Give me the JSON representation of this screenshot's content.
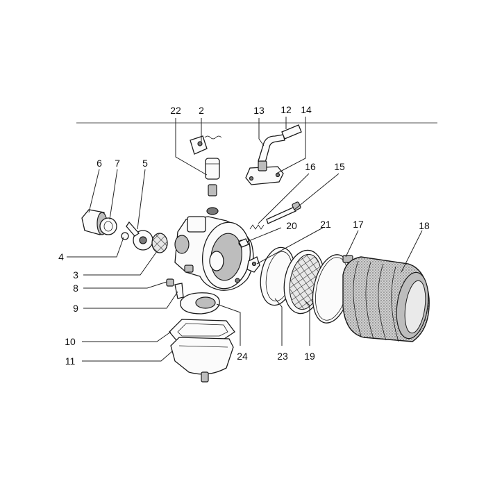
{
  "callouts": [
    {
      "id": "c22",
      "text": "22"
    },
    {
      "id": "c2",
      "text": "2"
    },
    {
      "id": "c13",
      "text": "13"
    },
    {
      "id": "c12",
      "text": "12"
    },
    {
      "id": "c14",
      "text": "14"
    },
    {
      "id": "c16",
      "text": "16"
    },
    {
      "id": "c15",
      "text": "15"
    },
    {
      "id": "c6",
      "text": "6"
    },
    {
      "id": "c7",
      "text": "7"
    },
    {
      "id": "c5",
      "text": "5"
    },
    {
      "id": "c20",
      "text": "20"
    },
    {
      "id": "c21",
      "text": "21"
    },
    {
      "id": "c17",
      "text": "17"
    },
    {
      "id": "c18",
      "text": "18"
    },
    {
      "id": "c4",
      "text": "4"
    },
    {
      "id": "c3",
      "text": "3"
    },
    {
      "id": "c8",
      "text": "8"
    },
    {
      "id": "c9",
      "text": "9"
    },
    {
      "id": "c10",
      "text": "10"
    },
    {
      "id": "c11",
      "text": "11"
    },
    {
      "id": "c24",
      "text": "24"
    },
    {
      "id": "c23",
      "text": "23"
    },
    {
      "id": "c19",
      "text": "19"
    }
  ]
}
